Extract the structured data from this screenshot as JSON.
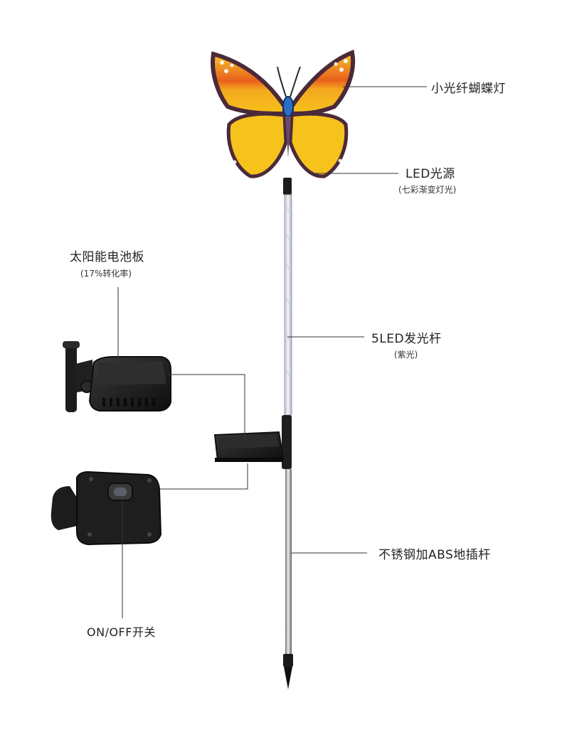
{
  "labels": {
    "butterfly": "小光纤蝴蝶灯",
    "led_source": "LED光源",
    "led_source_note": "(七彩渐变灯光)",
    "solar_panel": "太阳能电池板",
    "solar_panel_note": "(17%转化率)",
    "light_rod": "5LED发光杆",
    "light_rod_note": "(紫光)",
    "ground_stake": "不锈钢加ABS地插杆",
    "switch": "ON/OFF开关"
  },
  "colors": {
    "wing_yellow": "#f6c21c",
    "wing_orange": "#e8601c",
    "wing_border": "#4a2a3a",
    "body_blue": "#2b6fc4",
    "panel_black": "#1c1c1c",
    "leader_line": "#333333"
  },
  "icons": {
    "butterfly": "butterfly-lamp-icon",
    "solar_panel": "solar-panel-icon",
    "switch": "on-off-switch-icon"
  }
}
